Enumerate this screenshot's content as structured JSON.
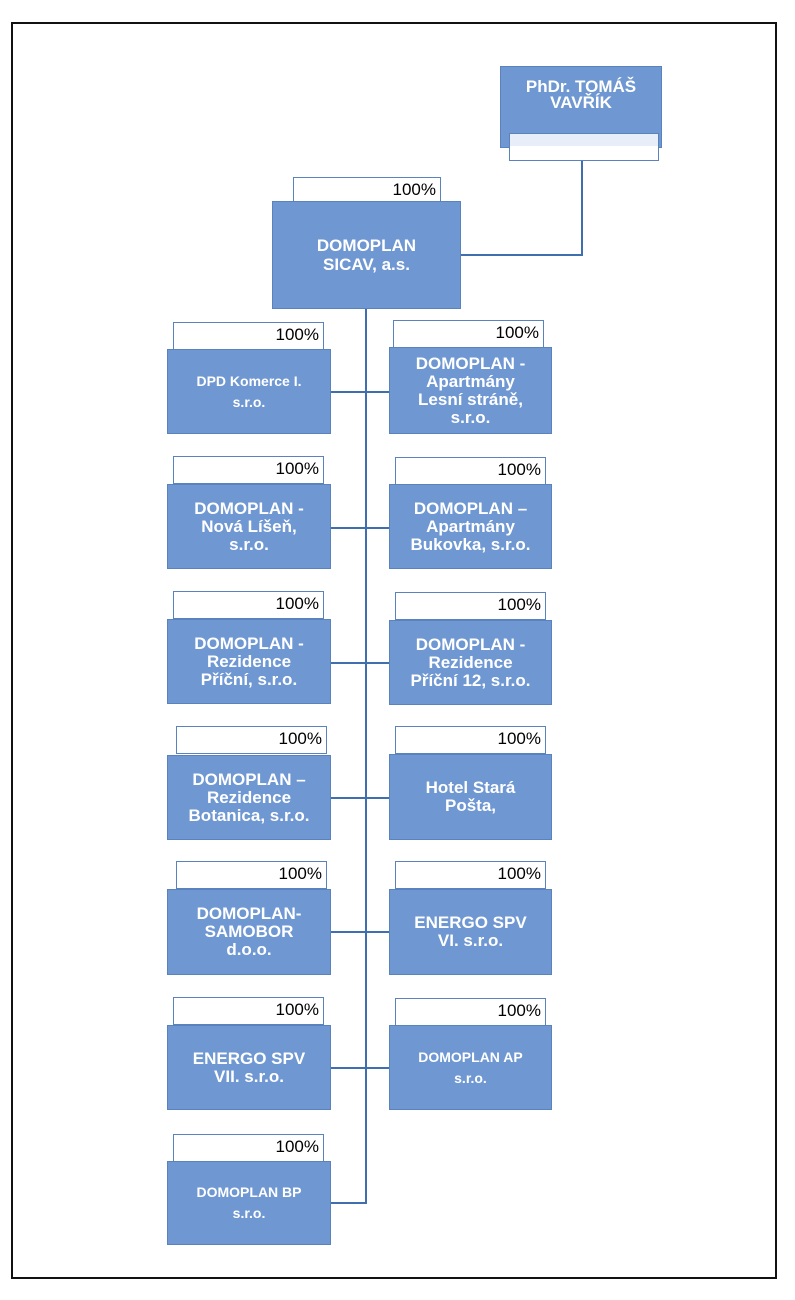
{
  "owner": {
    "name": "PhDr. TOMÁŠ\nVAVŘÍK"
  },
  "root": {
    "name": "DOMOPLAN\nSICAV, a.s.",
    "share": "100%"
  },
  "subsidiaries": [
    {
      "name": "DPD Komerce I.\ns.r.o.",
      "share": "100%"
    },
    {
      "name": "DOMOPLAN -\nApartmány\nLesní stráně,\ns.r.o.",
      "share": "100%"
    },
    {
      "name": "DOMOPLAN -\nNová Líšeň,\ns.r.o.",
      "share": "100%"
    },
    {
      "name": "DOMOPLAN –\nApartmány\nBukovka, s.r.o.",
      "share": "100%"
    },
    {
      "name": "DOMOPLAN -\nRezidence\nPříční, s.r.o.",
      "share": "100%"
    },
    {
      "name": "DOMOPLAN -\nRezidence\nPříční 12, s.r.o.",
      "share": "100%"
    },
    {
      "name": "DOMOPLAN –\nRezidence\nBotanica, s.r.o.",
      "share": "100%"
    },
    {
      "name": "Hotel Stará\nPošta,",
      "share": "100%"
    },
    {
      "name": "DOMOPLAN-\nSAMOBOR\nd.o.o.",
      "share": "100%"
    },
    {
      "name": "ENERGO SPV\nVI. s.r.o.",
      "share": "100%"
    },
    {
      "name": "ENERGO SPV\nVII. s.r.o.",
      "share": "100%"
    },
    {
      "name": "DOMOPLAN AP\ns.r.o.",
      "share": "100%"
    },
    {
      "name": "DOMOPLAN BP\ns.r.o.",
      "share": "100%"
    }
  ],
  "colors": {
    "box": "#6f97d2",
    "line": "#3f6fae",
    "border": "#111111"
  }
}
